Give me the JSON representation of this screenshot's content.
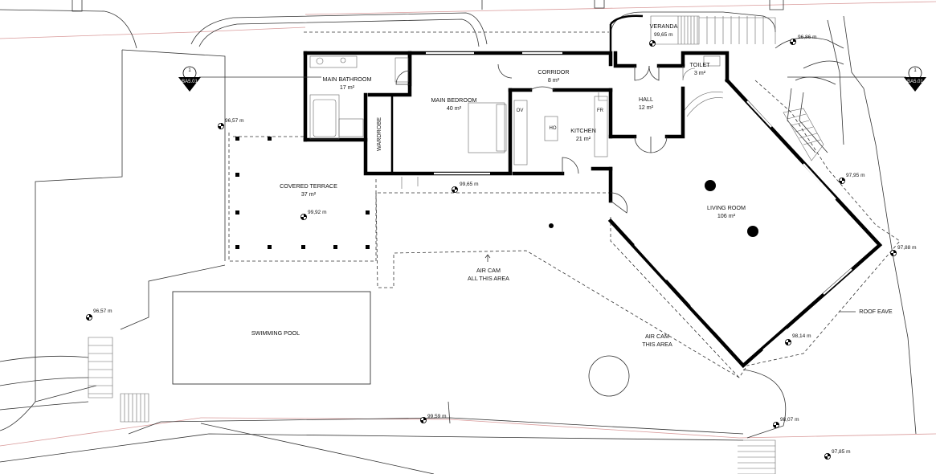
{
  "rooms": {
    "main_bathroom": {
      "name": "MAIN BATHROOM",
      "area": "17 m²"
    },
    "main_bedroom": {
      "name": "MAIN BEDROOM",
      "area": "40 m²"
    },
    "corridor": {
      "name": "CORRIDOR",
      "area": "8 m²"
    },
    "hall": {
      "name": "HALL",
      "area": "12 m²"
    },
    "toilet": {
      "name": "TOILET",
      "area": "3 m²"
    },
    "kitchen": {
      "name": "KITCHEN",
      "area": "21 m²"
    },
    "wardrobe": {
      "name": "WARDROBE"
    },
    "veranda": {
      "name": "VERANDA"
    },
    "covered_terrace": {
      "name": "COVERED TERRACE",
      "area": "37 m²"
    },
    "living_room": {
      "name": "LIVING ROOM",
      "area": "106 m²"
    },
    "swimming_pool": {
      "name": "SWIMMING POOL"
    }
  },
  "fixtures": {
    "oven": "OV",
    "fridge": "FR",
    "hob": "HO"
  },
  "annotations": {
    "air_cam_1_line1": "AIR CAM",
    "air_cam_1_line2": "ALL THIS AREA",
    "air_cam_2_line1": "AIR CAM",
    "air_cam_2_line2": "THIS AREA",
    "roof_eave": "ROOF EAVE"
  },
  "section_markers": {
    "number": "1",
    "ref": "BA5.01"
  },
  "levels": {
    "veranda": "99,65 m",
    "top_right": "96,86 m",
    "left_upper": "96,57 m",
    "bedroom_south": "99,65 m",
    "terrace": "99,92 m",
    "right_upper": "97,95 m",
    "right_mid": "97,88 m",
    "left_lower": "96,57 m",
    "right_lower": "98,14 m",
    "bottom_center": "99,59 m",
    "bottom_right": "98,07 m",
    "bottom_far_right": "97,85 m"
  }
}
